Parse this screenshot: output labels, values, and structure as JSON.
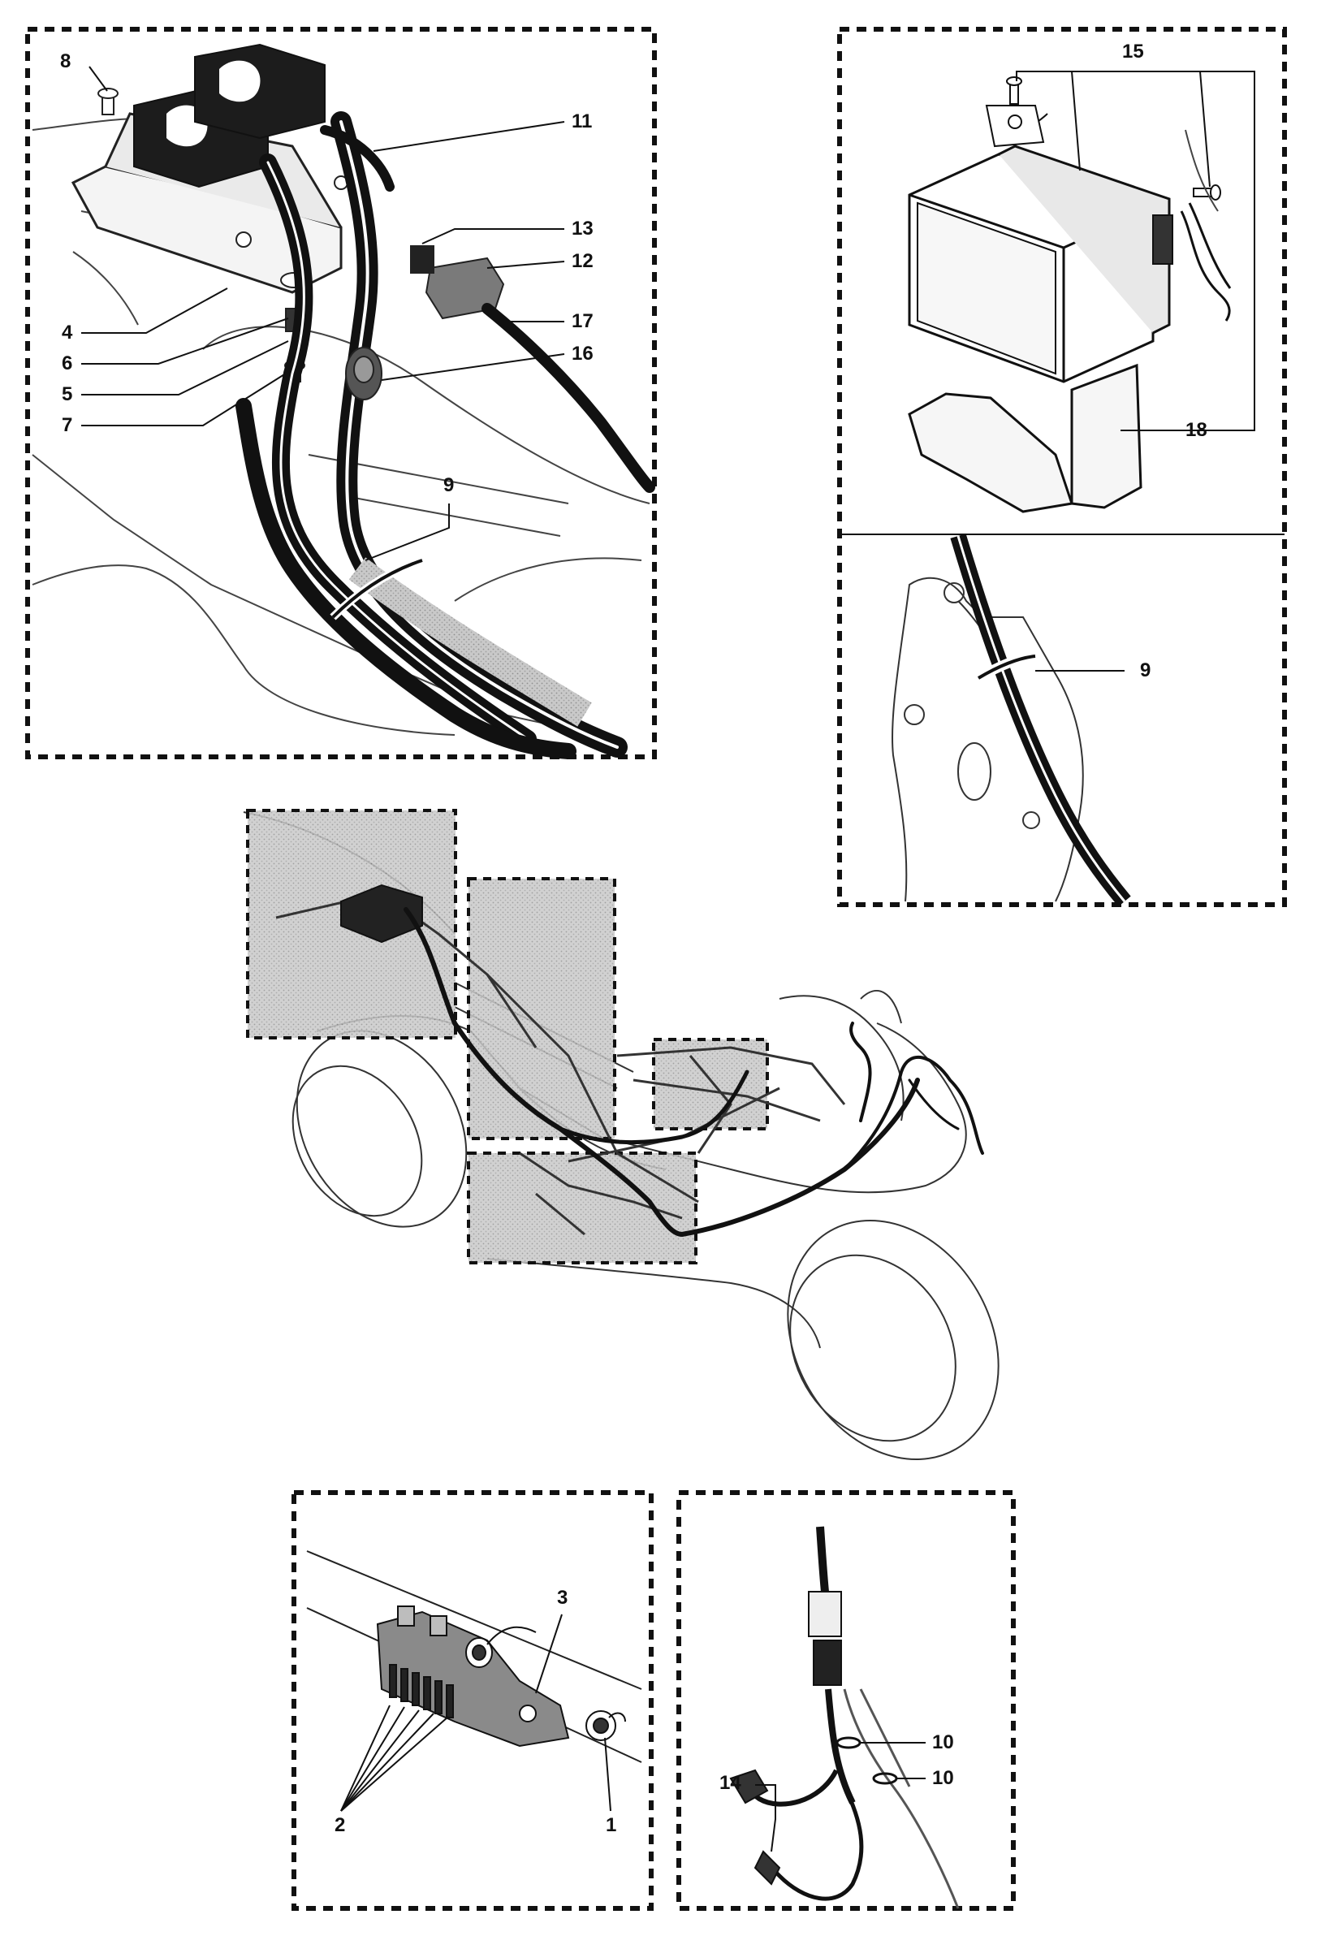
{
  "diagram": {
    "callouts_top_left": {
      "c8": "8",
      "c11": "11",
      "c13": "13",
      "c12": "12",
      "c4": "4",
      "c17": "17",
      "c6": "6",
      "c16": "16",
      "c5": "5",
      "c7": "7",
      "c9": "9"
    },
    "callouts_top_right": {
      "c15": "15",
      "c18": "18"
    },
    "callouts_middle_right": {
      "c9": "9"
    },
    "callouts_bottom_left": {
      "c3": "3",
      "c2": "2",
      "c1": "1"
    },
    "callouts_bottom_right": {
      "c10a": "10",
      "c10b": "10",
      "c14": "14"
    }
  }
}
